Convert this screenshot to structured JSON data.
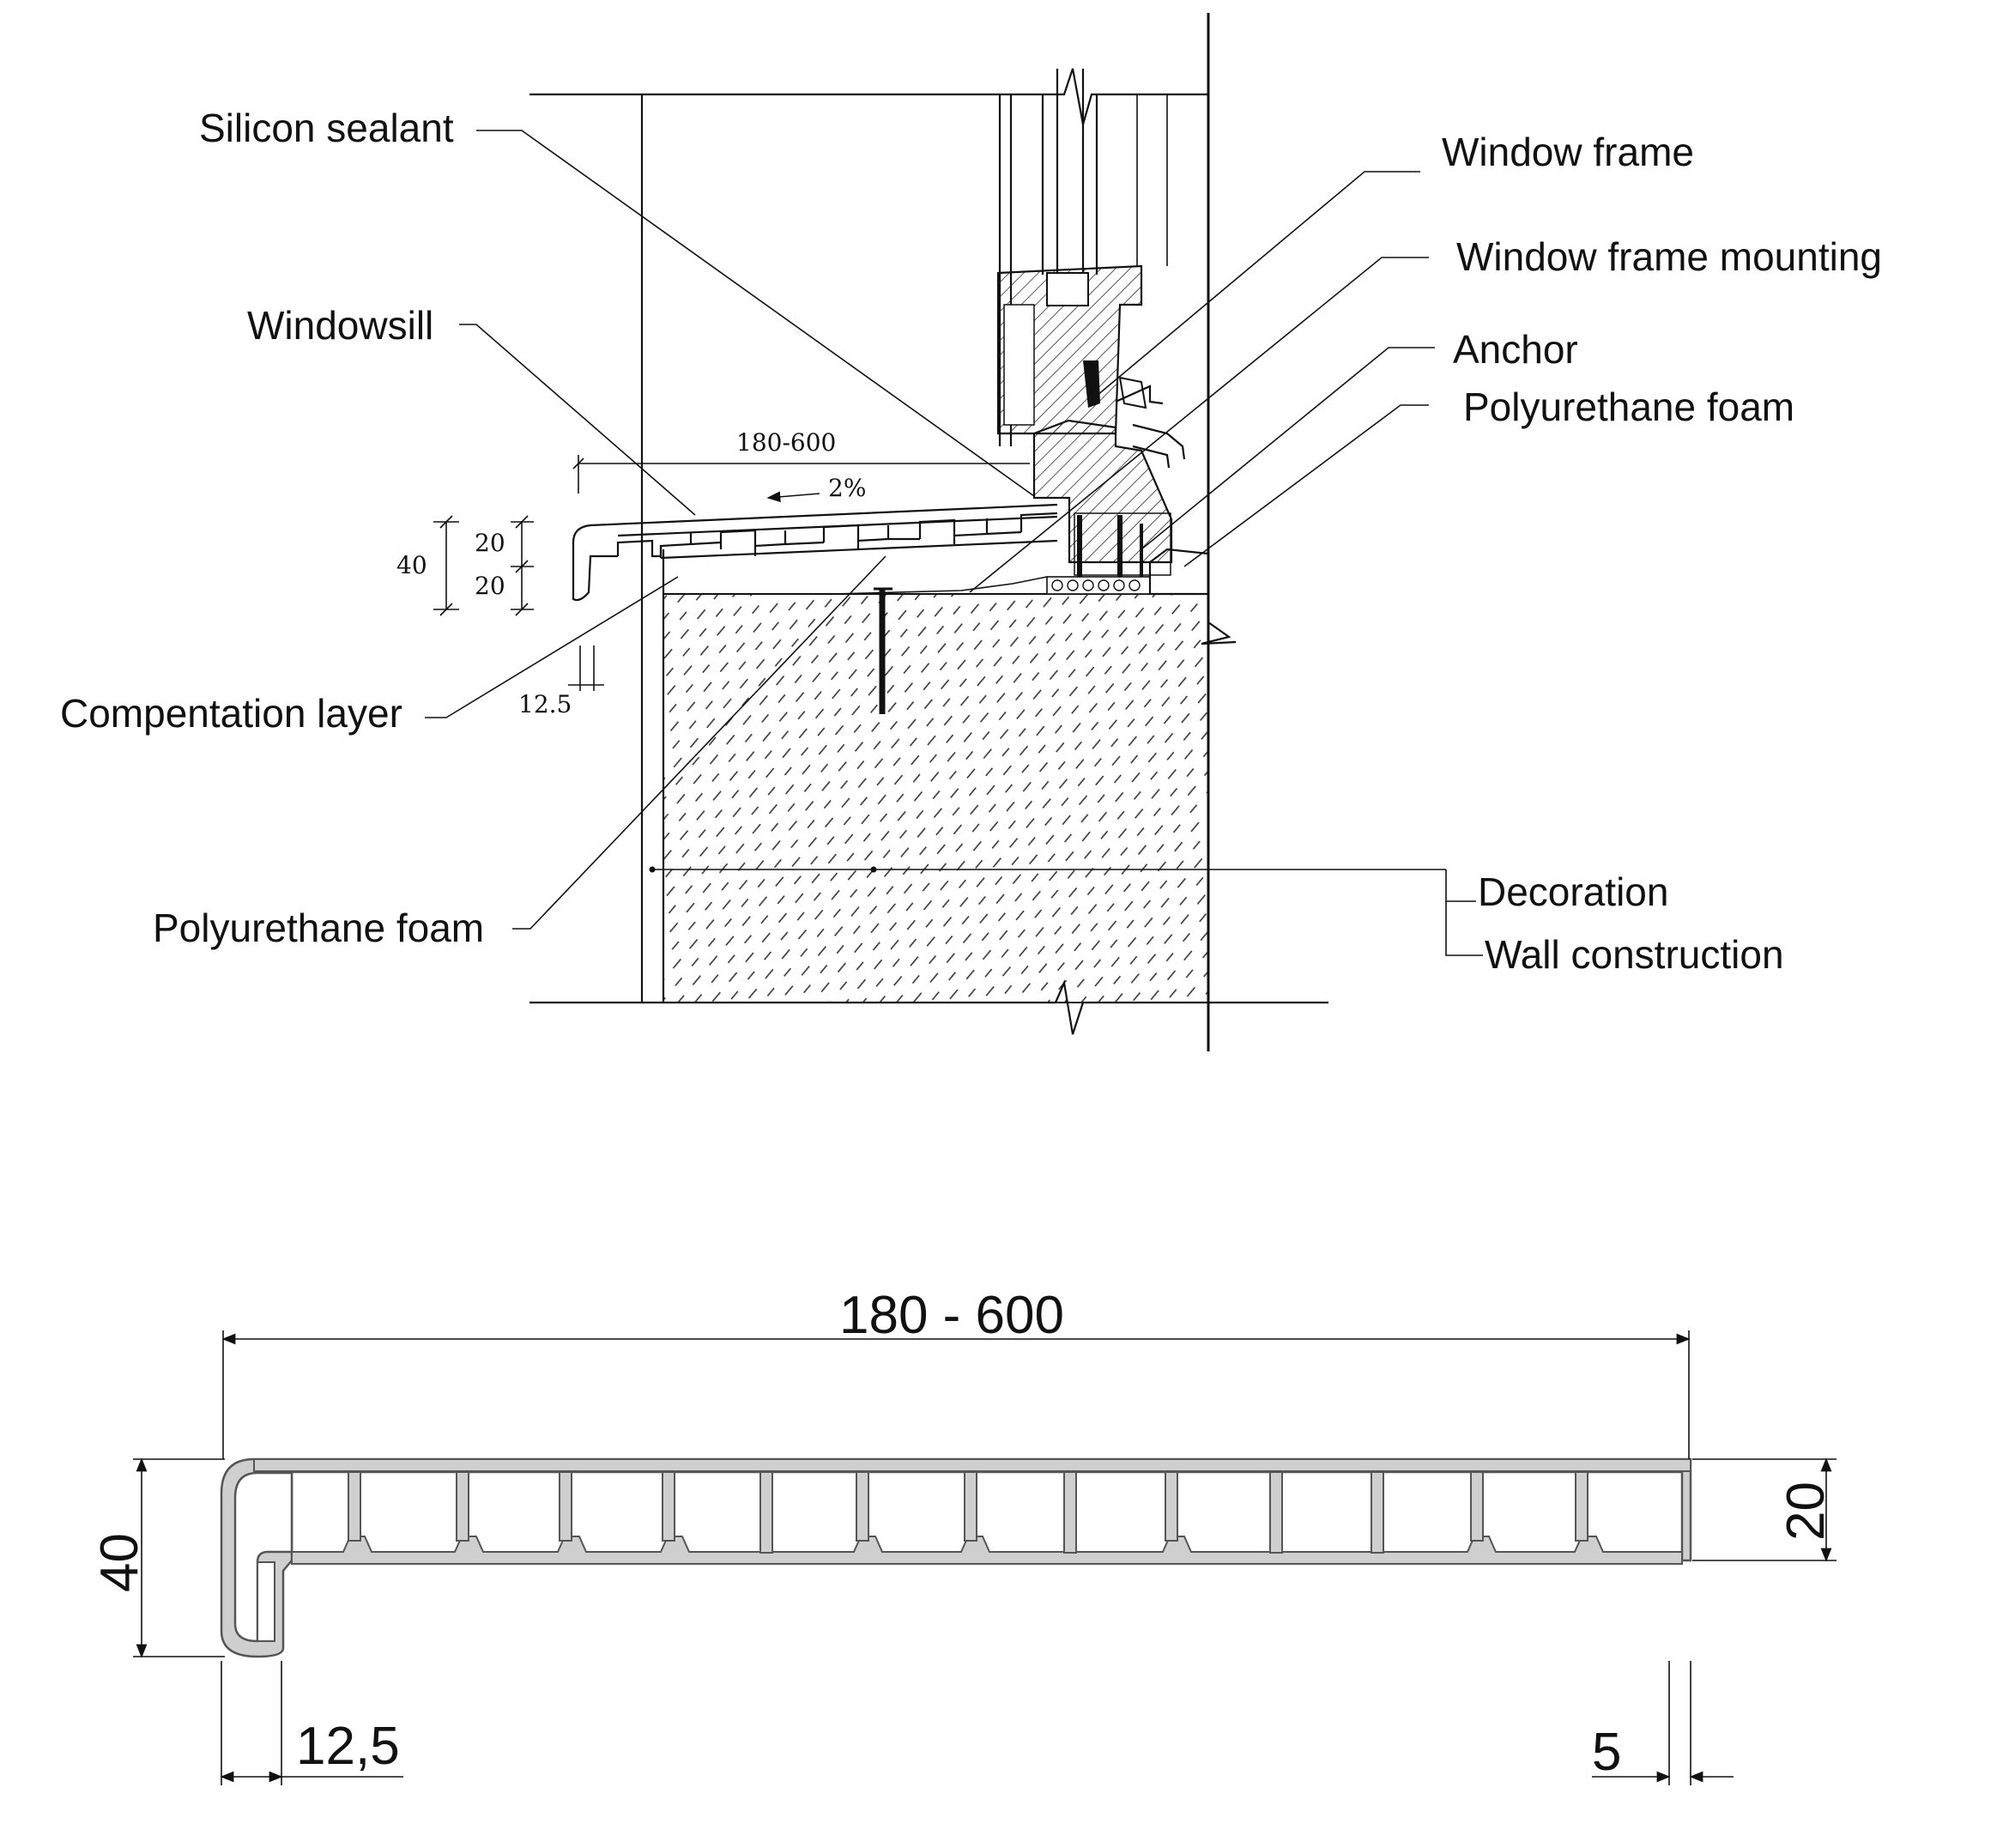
{
  "section_labels": {
    "silicon_sealant": "Silicon sealant",
    "window_frame": "Window frame",
    "window_frame_mounting": "Window frame mounting",
    "windowsill": "Windowsill",
    "anchor": "Anchor",
    "polyurethane_foam_top": "Polyurethane foam",
    "compensation_layer": "Compentation layer",
    "polyurethane_foam_bottom": "Polyurethane foam",
    "decoration": "Decoration",
    "wall_construction": "Wall construction"
  },
  "section_dimensions": {
    "width": "180-600",
    "slope": "2%",
    "height_total": "40",
    "height_upper": "20",
    "height_lower": "20",
    "nose": "12.5"
  },
  "profile_dimensions": {
    "width": "180 - 600",
    "height_total": "40",
    "height_chamber": "20",
    "nose": "12,5",
    "end": "5"
  }
}
